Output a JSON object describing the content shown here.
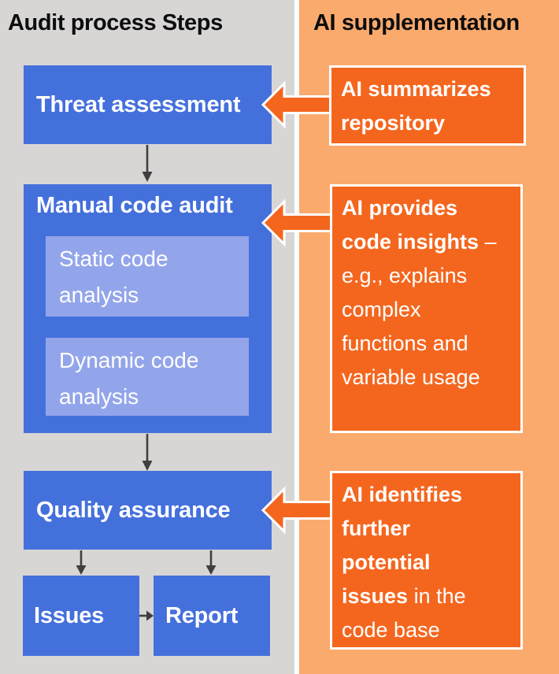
{
  "header": {
    "left_title": "Audit process Steps",
    "right_title": "AI supplementation"
  },
  "colors": {
    "panel_gray": "#D8D5D5",
    "panel_orange": "#FBAA6E",
    "box_blue": "#4470DC",
    "box_blue_light": "#93A5EA",
    "box_orange": "#F4661E",
    "arrow_dark": "#3F3F3F",
    "text_white": "#FFFFFF",
    "header_text": "#0D0D0D"
  },
  "flow": {
    "threat_label": "Threat assessment",
    "manual_label": "Manual code audit",
    "static_label": "Static code analysis",
    "dynamic_label": "Dynamic code analysis",
    "quality_label": "Quality assurance",
    "issues_label": "Issues",
    "report_label": "Report"
  },
  "ai_boxes": [
    {
      "name": "ai-summarizes-repository",
      "lines": [
        [
          {
            "t": "AI summarizes",
            "b": true
          }
        ],
        [
          {
            "t": "repository",
            "b": true
          }
        ]
      ]
    },
    {
      "name": "ai-provides-code-insights",
      "lines": [
        [
          {
            "t": "AI provides",
            "b": true
          }
        ],
        [
          {
            "t": "code insights",
            "b": true
          },
          {
            "t": " –",
            "b": false
          }
        ],
        [
          {
            "t": "e.g., explains",
            "b": false
          }
        ],
        [
          {
            "t": "complex",
            "b": false
          }
        ],
        [
          {
            "t": "functions and",
            "b": false
          }
        ],
        [
          {
            "t": "variable usage",
            "b": false
          }
        ]
      ]
    },
    {
      "name": "ai-identifies-issues",
      "lines": [
        [
          {
            "t": "AI identifies",
            "b": true
          }
        ],
        [
          {
            "t": "further",
            "b": true
          }
        ],
        [
          {
            "t": "potential",
            "b": true
          }
        ],
        [
          {
            "t": "issues",
            "b": true
          },
          {
            "t": " in the",
            "b": false
          }
        ],
        [
          {
            "t": "code base",
            "b": false
          }
        ]
      ]
    }
  ]
}
